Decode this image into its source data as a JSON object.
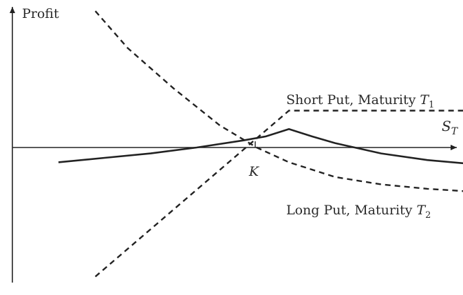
{
  "chart_data": {
    "type": "line",
    "title": "",
    "ylabel": "Profit",
    "xlabel_symbol": "S",
    "xlabel_subscript": "T",
    "strike_label": "K",
    "grid": false,
    "legend": "none",
    "xlim": [
      0,
      100
    ],
    "ylim": [
      -37,
      38
    ],
    "strike": 60,
    "series": [
      {
        "label_main": "Short Put, Maturity ",
        "label_symbol": "T",
        "label_subscript": "1",
        "style": "dashed",
        "x": [
          18,
          60,
          100
        ],
        "y": [
          -35,
          10,
          10
        ]
      },
      {
        "label_main": "Long Put, Maturity ",
        "label_symbol": "T",
        "label_subscript": "2",
        "style": "dashed",
        "x": [
          18,
          25,
          35,
          45,
          53,
          60,
          70,
          80,
          90,
          100
        ],
        "y": [
          37,
          27,
          16,
          6,
          0,
          -4,
          -8,
          -10,
          -11.2,
          -12
        ]
      },
      {
        "label_main": "",
        "style": "solid",
        "x": [
          10,
          20,
          30,
          40,
          50,
          55,
          60,
          65,
          70,
          80,
          90,
          100
        ],
        "y": [
          -4,
          -2.8,
          -1.6,
          0,
          1.9,
          3,
          5,
          3,
          1.2,
          -1.6,
          -3.4,
          -4.5
        ]
      }
    ]
  }
}
